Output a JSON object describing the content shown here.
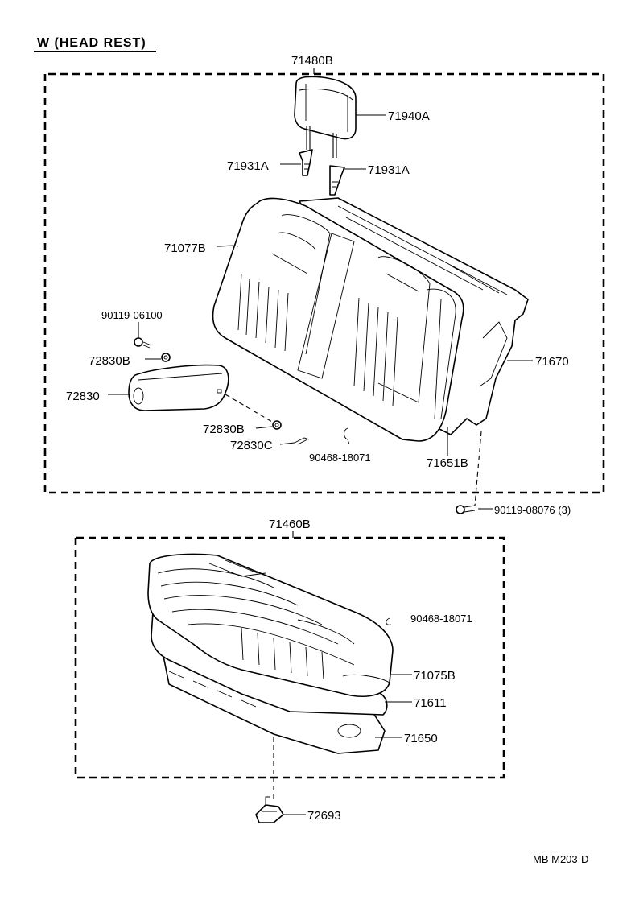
{
  "title": "W (HEAD REST)",
  "footer_code": "MB  M203-D",
  "groups": {
    "upper": "71480B",
    "lower": "71460B"
  },
  "parts": {
    "p71940A": "71940A",
    "p71931A_l": "71931A",
    "p71931A_r": "71931A",
    "p71077B": "71077B",
    "p90119_06100": "90119-06100",
    "p72830B_a": "72830B",
    "p72830": "72830",
    "p72830B_b": "72830B",
    "p72830C": "72830C",
    "p90468_18071_a": "90468-18071",
    "p71651B": "71651B",
    "p71670": "71670",
    "p90119_08076": "90119-08076 (3)",
    "p90468_18071_b": "90468-18071",
    "p71075B": "71075B",
    "p71611": "71611",
    "p71650": "71650",
    "p72693": "72693"
  },
  "icons": [
    "headrest-icon",
    "support-icon",
    "seatback-icon",
    "armrest-icon",
    "bolt-icon",
    "clip-icon",
    "seat-cushion-icon",
    "frame-icon",
    "hook-icon"
  ]
}
